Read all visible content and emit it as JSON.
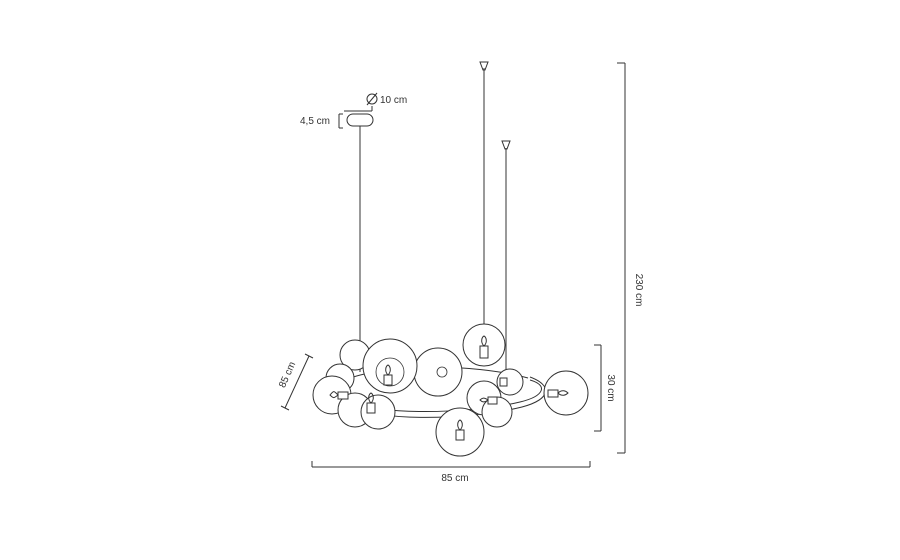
{
  "dimensions": {
    "canopy_diameter": "10 cm",
    "canopy_height": "4,5 cm",
    "total_height": "230 cm",
    "body_height": "30 cm",
    "depth": "85 cm",
    "width": "85 cm"
  },
  "colors": {
    "line": "#333333",
    "background": "#ffffff"
  }
}
